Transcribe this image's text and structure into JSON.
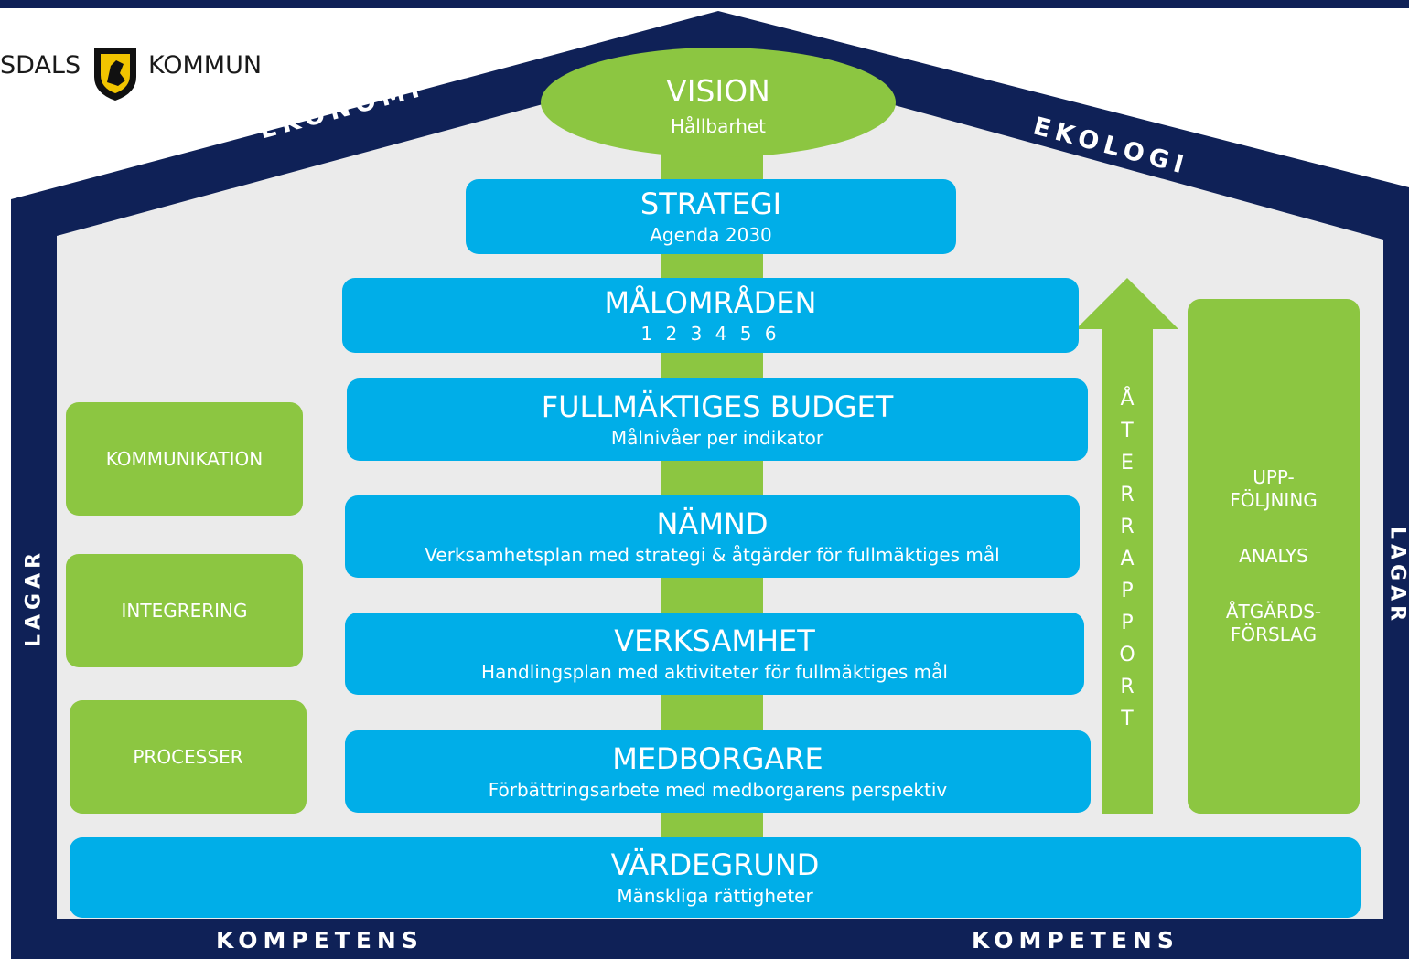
{
  "colors": {
    "navy": "#0f2157",
    "blue": "#00aee8",
    "green": "#8cc641",
    "light_grey": "#ebebeb",
    "white": "#ffffff"
  },
  "logo": {
    "left_text": "SDALS",
    "right_text": "KOMMUN",
    "icon": "coat-of-arms-icon"
  },
  "roof": {
    "left_label": "EKONOMI",
    "right_label": "EKOLOGI"
  },
  "walls": {
    "left_label": "LAGAR",
    "right_label": "LAGAR"
  },
  "floor": {
    "left_label": "KOMPETENS",
    "right_label": "KOMPETENS"
  },
  "vision": {
    "title": "VISION",
    "sub": "Hållbarhet"
  },
  "levels": [
    {
      "title": "STRATEGI",
      "sub": "Agenda 2030"
    },
    {
      "title": "MÅLOMRÅDEN",
      "sub": "1 2 3 4 5 6"
    },
    {
      "title": "FULLMÄKTIGES BUDGET",
      "sub": "Målnivåer per indikator"
    },
    {
      "title": "NÄMND",
      "sub": "Verksamhetsplan med strategi & åtgärder för fullmäktiges mål"
    },
    {
      "title": "VERKSAMHET",
      "sub": "Handlingsplan med aktiviteter för fullmäktiges mål"
    },
    {
      "title": "MEDBORGARE",
      "sub": "Förbättringsarbete med medborgarens perspektiv"
    }
  ],
  "foundation": {
    "title": "VÄRDEGRUND",
    "sub": "Mänskliga rättigheter"
  },
  "left_boxes": [
    "KOMMUNIKATION",
    "INTEGRERING",
    "PROCESSER"
  ],
  "arrow": {
    "label": "ÅTERRAPPORT",
    "letters": [
      "Å",
      "T",
      "E",
      "R",
      "R",
      "A",
      "P",
      "P",
      "O",
      "R",
      "T"
    ]
  },
  "right_box": {
    "lines": [
      "UPP-",
      "FÖLJNING",
      "ANALYS",
      "ÅTGÄRDS-",
      "FÖRSLAG"
    ]
  }
}
